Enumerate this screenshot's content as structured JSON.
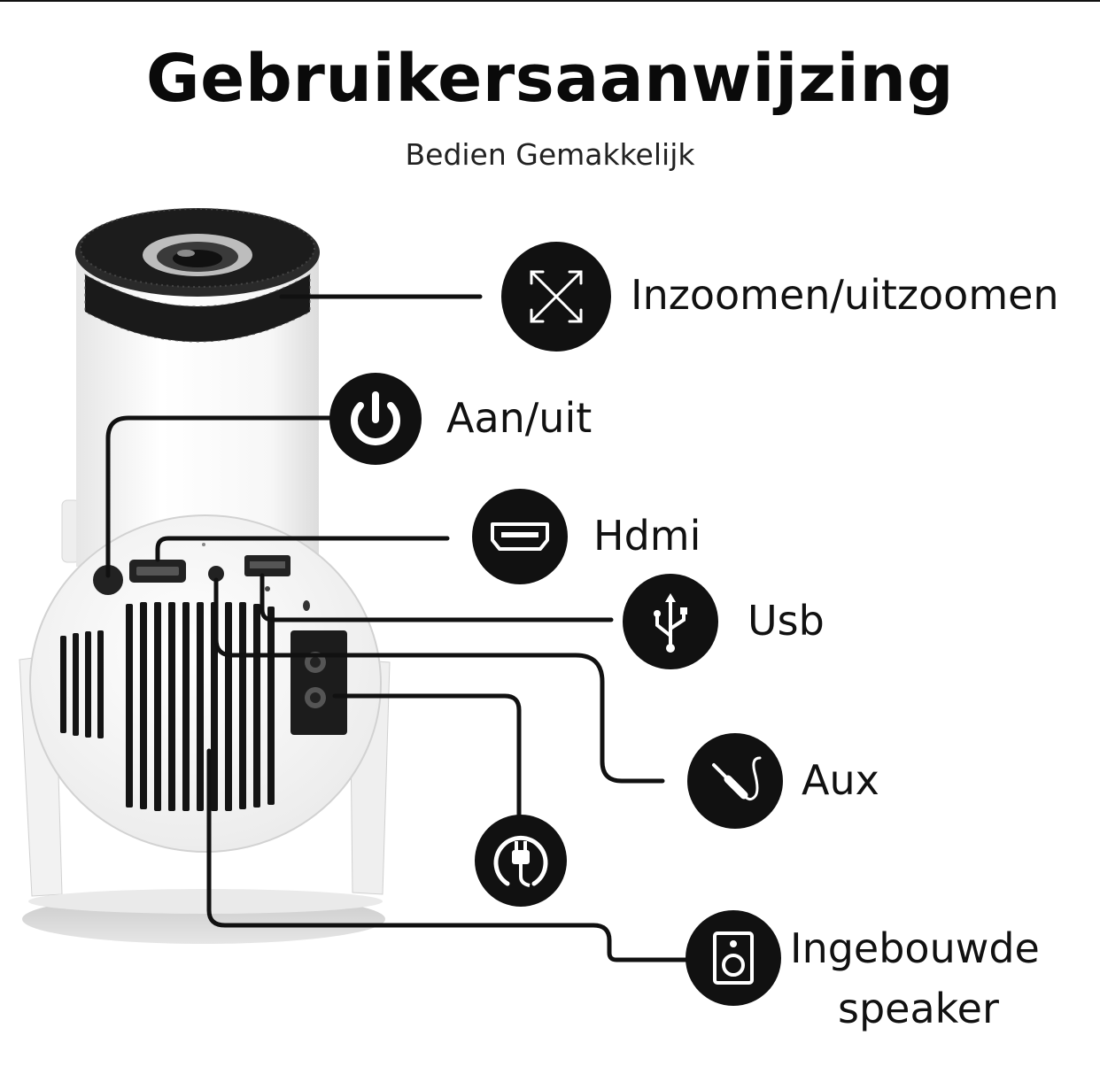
{
  "header": {
    "title": "Gebruikersaanwijzing",
    "subtitle": "Bedien Gemakkelijk"
  },
  "features": {
    "zoom": {
      "label": "Inzoomen/uitzoomen",
      "icon": "arrows-expand-icon"
    },
    "power": {
      "label": "Aan/uit",
      "icon": "power-icon"
    },
    "hdmi": {
      "label": "Hdmi",
      "icon": "hdmi-port-icon"
    },
    "usb": {
      "label": "Usb",
      "icon": "usb-icon"
    },
    "aux": {
      "label": "Aux",
      "icon": "audio-jack-icon"
    },
    "dc": {
      "icon": "power-plug-icon"
    },
    "speaker": {
      "label_line1": "Ingebouwde",
      "label_line2": "speaker",
      "icon": "speaker-icon"
    }
  },
  "colors": {
    "ink": "#111111",
    "device": "#f4f4f4",
    "grill": "#141414"
  }
}
